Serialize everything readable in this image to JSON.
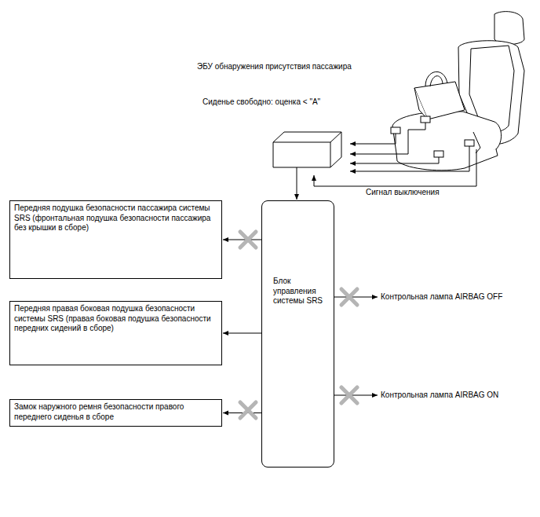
{
  "diagram": {
    "nodes": [
      {
        "text": [
          "Передняя подушка безопасности пассажира системы SRS (фронтальная подушка безопасности пассажира без крышки в сборе)"
        ]
      },
      {
        "text": [
          "Блок управления системы SRS"
        ]
      },
      {
        "text": [
          "Передняя правая боковая подушка безопасности системы SRS (правая боковая подушка безопасности передних сидений в сборе)"
        ]
      },
      {
        "text": [
          "Замок наружного ремня безопасности правого переднего сиденья в сборе"
        ]
      }
    ],
    "edges": [
      {
        "from": 1,
        "to": 0,
        "arrow": "to"
      },
      {
        "from": 1,
        "to": 2,
        "arrow": "to"
      },
      {
        "from": 1,
        "to": 3,
        "arrow": "to"
      }
    ],
    "labels": [
      "ЭБУ обнаружения присутствия пассажира",
      "Сиденье свободно: оценка < \"A\"",
      "Сигнал выключения",
      "Контрольная лампа AIRBAG OFF",
      "Контрольная лампа AIRBAG ON"
    ]
  }
}
